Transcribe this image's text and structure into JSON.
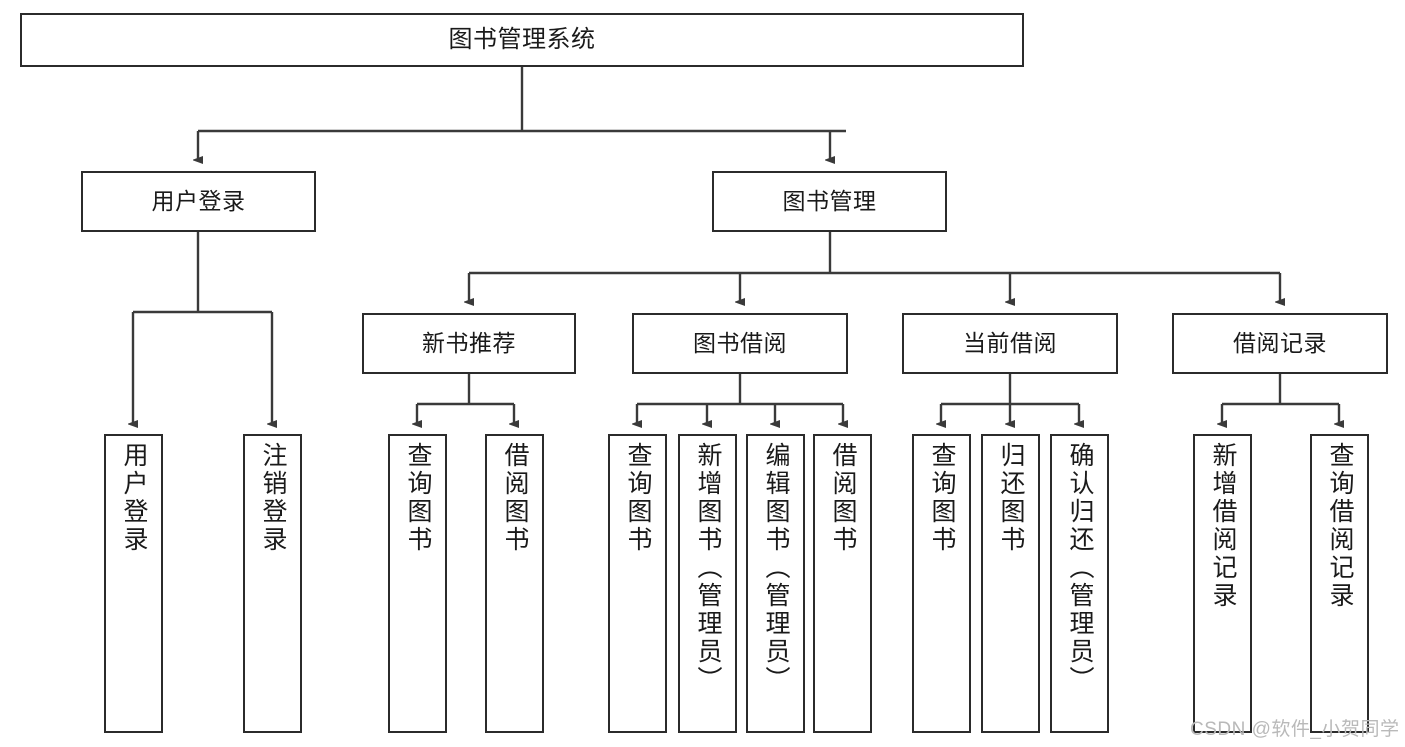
{
  "diagram": {
    "type": "hierarchy-tree",
    "title": "图书管理系统",
    "watermark": "CSDN @软件_小贺同学",
    "colors": {
      "box_border": "#2b2b2b",
      "box_fill": "#ffffff",
      "connector": "#3a3a3a",
      "text": "#1a1a1a",
      "watermark": "#b9b9b9"
    },
    "nodes": {
      "root": {
        "label": "图书管理系统"
      },
      "level2": [
        {
          "label": "用户登录"
        },
        {
          "label": "图书管理"
        }
      ],
      "level3": [
        {
          "label": "新书推荐"
        },
        {
          "label": "图书借阅"
        },
        {
          "label": "当前借阅"
        },
        {
          "label": "借阅记录"
        }
      ],
      "leaves": {
        "user_login": [
          {
            "label": "用户登录"
          },
          {
            "label": "注销登录"
          }
        ],
        "new_book_recommend": [
          {
            "label": "查询图书"
          },
          {
            "label": "借阅图书"
          }
        ],
        "book_borrow": [
          {
            "label": "查询图书"
          },
          {
            "label": "新增图书（管理员）"
          },
          {
            "label": "编辑图书（管理员）"
          },
          {
            "label": "借阅图书"
          }
        ],
        "current_borrow": [
          {
            "label": "查询图书"
          },
          {
            "label": "归还图书"
          },
          {
            "label": "确认归还（管理员）"
          }
        ],
        "borrow_record": [
          {
            "label": "新增借阅记录"
          },
          {
            "label": "查询借阅记录"
          }
        ]
      }
    }
  }
}
